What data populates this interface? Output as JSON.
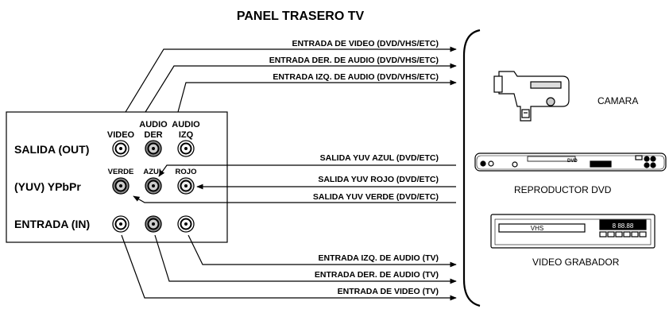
{
  "title": "PANEL TRASERO TV",
  "panel": {
    "column_headers": {
      "video": "VIDEO",
      "audio_der_1": "AUDIO",
      "audio_der_2": "DER",
      "audio_izq_1": "AUDIO",
      "audio_izq_2": "IZQ"
    },
    "rows": {
      "salida": "SALIDA (OUT)",
      "yuv": "(YUV) YPbPr",
      "entrada": "ENTRADA (IN)"
    },
    "yuv_labels": {
      "verde": "VERDE",
      "azul": "AZUL",
      "rojo": "ROJO"
    }
  },
  "connections": {
    "out_video": "ENTRADA DE VIDEO (DVD/VHS/ETC)",
    "out_audio_der": "ENTRADA DER. DE AUDIO (DVD/VHS/ETC)",
    "out_audio_izq": "ENTRADA IZQ. DE AUDIO (DVD/VHS/ETC)",
    "yuv_azul": "SALIDA YUV AZUL (DVD/ETC)",
    "yuv_rojo": "SALIDA YUV ROJO (DVD/ETC)",
    "yuv_verde": "SALIDA YUV VERDE (DVD/ETC)",
    "in_audio_izq": "ENTRADA IZQ. DE AUDIO (TV)",
    "in_audio_der": "ENTRADA DER. DE AUDIO (TV)",
    "in_video": "ENTRADA DE VIDEO (TV)"
  },
  "devices": {
    "camara": "CAMARA",
    "dvd": "REPRODUCTOR DVD",
    "vcr": "VIDEO GRABADOR",
    "vcr_brand": "VHS",
    "vcr_display": "8 88.88",
    "dvd_logo": "DVD"
  },
  "colors": {
    "line": "#000000",
    "jack_ring": "#555555",
    "jack_filled": "#999999",
    "panel_bg": "#ffffff"
  }
}
